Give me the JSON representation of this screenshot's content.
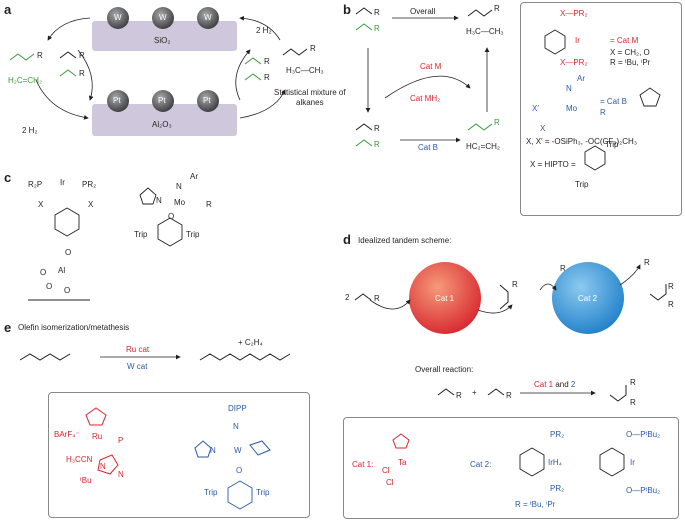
{
  "panels": {
    "a": {
      "letter": "a",
      "support_top": "SiO₂",
      "support_bottom": "Al₂O₃",
      "metal_top": "W",
      "metal_bottom": "Pt",
      "h2_left": "2 H₂",
      "h2_right": "2 H₂",
      "ethylene": "H₂C=CH₂",
      "ethane": "H₃C—CH₃",
      "R": "R",
      "stat_line1": "Statistical mixture of",
      "stat_line2": "alkanes"
    },
    "b": {
      "letter": "b",
      "overall": "Overall",
      "cat_m": "Cat M",
      "cat_mh2": "Cat MH₂",
      "cat_b": "Cat B",
      "ethane": "H₃C—CH₃",
      "ethylene": "HC₂=CH₂",
      "R": "R",
      "box_cat_m": "= Cat M",
      "box_x": "X = CH₂, O",
      "box_r": "R = ᵗBu, ⁱPr",
      "box_ar": "Ar",
      "box_cat_b": "= Cat B",
      "box_xx": "X, X′ = -OSiPh₃, -OC(CF₃)₂CH₃",
      "box_hipto": "X = HIPTO =",
      "box_trip1": "Trip",
      "box_trip2": "Trip",
      "box_ir": "Ir",
      "box_mo": "Mo",
      "box_pr2a": "X—PR₂",
      "box_pr2b": "X—PR₂",
      "box_n": "N",
      "box_xp": "X′",
      "box_x2": "X"
    },
    "c": {
      "letter": "c",
      "r2p": "R₂P",
      "ir": "Ir",
      "pr2": "PR₂",
      "x1": "X",
      "x2": "X",
      "al": "Al",
      "o1": "O",
      "o2": "O",
      "o3": "O",
      "o4": "O",
      "ar": "Ar",
      "n": "N",
      "mo": "Mo",
      "r": "R",
      "o5": "O",
      "trip1": "Trip",
      "trip2": "Trip",
      "n2": "N"
    },
    "d": {
      "letter": "d",
      "title": "Idealized tandem scheme:",
      "cat1": "Cat 1",
      "cat2": "Cat 2",
      "two": "2",
      "R": "R",
      "overall": "Overall reaction:",
      "plus": "+",
      "cat12_a": "Cat 1",
      "cat12_and": " and ",
      "cat12_b": "2",
      "box_cat1": "Cat 1:",
      "box_cat2": "Cat 2:",
      "box_ta": "Ta",
      "box_cl1": "Cl",
      "box_cl2": "Cl",
      "box_pr2a": "PR₂",
      "box_pr2b": "PR₂",
      "box_irh4": "IrH₄",
      "box_r": "R = ᵗBu, ⁱPr",
      "box_ptbu2a": "O—PᵗBu₂",
      "box_ptbu2b": "O—PᵗBu₂",
      "box_ir": "Ir"
    },
    "e": {
      "letter": "e",
      "title": "Olefin isomerization/metathesis",
      "ru_cat": "Ru cat",
      "w_cat": "W cat",
      "c2h4": "+ C₂H₄",
      "barf": "BArF₄⁻",
      "ru": "Ru",
      "h3ccn": "H₃CCN",
      "p": "P",
      "n1": "N",
      "n2": "N",
      "tbu": "ᵗBu",
      "dipp": "DIPP",
      "n3": "N",
      "w": "W",
      "n4": "N",
      "o": "O",
      "trip1": "Trip",
      "trip2": "Trip"
    }
  },
  "colors": {
    "red": "#d7262e",
    "blue": "#2a5aa8",
    "green": "#3a9a3a",
    "support": "#cfc8dc",
    "sphere": "#6d6e71",
    "cat1": "#e8553e",
    "cat2": "#3d9bd9"
  }
}
